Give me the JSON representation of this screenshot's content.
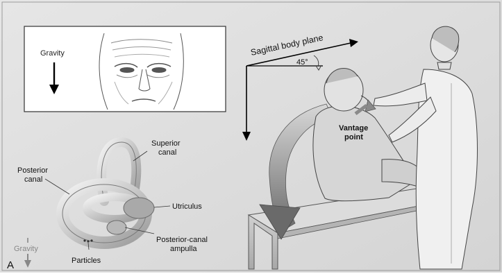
{
  "labels": {
    "gravity_top": "Gravity",
    "sagittal_plane": "Sagittal body plane",
    "angle": "45°",
    "vantage_line1": "Vantage",
    "vantage_line2": "point",
    "superior_line1": "Superior",
    "superior_line2": "canal",
    "posterior_line1": "Posterior",
    "posterior_line2": "canal",
    "utriculus": "Utriculus",
    "ampulla_line1": "Posterior-canal",
    "ampulla_line2": "ampulla",
    "particles": "Particles",
    "gravity_bottom": "Gravity",
    "panel_letter": "A"
  }
}
